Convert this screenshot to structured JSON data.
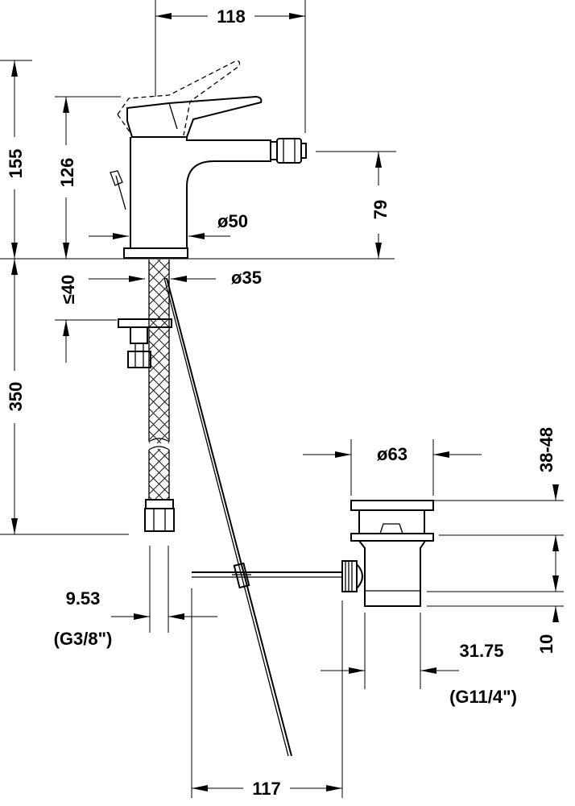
{
  "dimensions": {
    "width_118": "118",
    "height_155": "155",
    "height_126": "126",
    "diameter_50": "ø50",
    "height_79": "79",
    "diameter_35": "ø35",
    "max_40": "≤40",
    "height_350": "350",
    "diameter_63": "ø63",
    "range_38_48": "38-48",
    "hose_9_53": "9.53",
    "hose_thread": "(G3/8\")",
    "height_10": "10",
    "waste_31_75": "31.75",
    "waste_thread": "(G11/4\")",
    "width_117": "117"
  }
}
